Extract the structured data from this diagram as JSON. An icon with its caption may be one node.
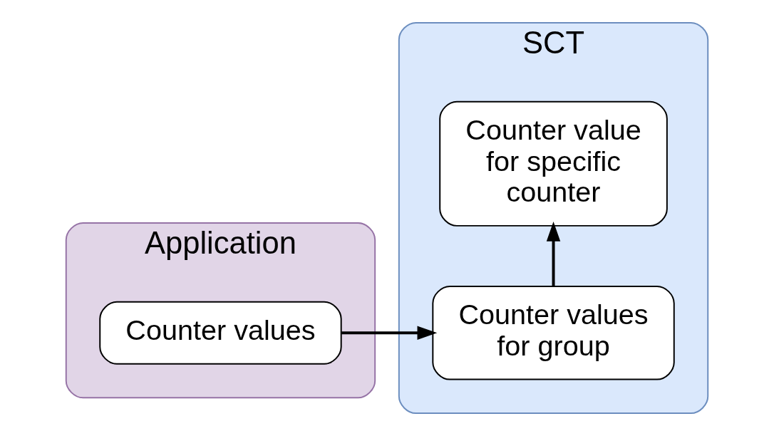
{
  "diagram": {
    "nodes": [
      {
        "text": [
          "Application"
        ]
      },
      {
        "text": [
          "Counter values"
        ],
        "in": 0
      },
      {
        "text": [
          "SCT"
        ]
      },
      {
        "text": [
          "Counter values for group"
        ],
        "in": 2
      },
      {
        "text": [
          "Counter value for specific counter"
        ],
        "in": 2
      }
    ],
    "edges": [
      {
        "from": 1,
        "to": 3,
        "arrow": "to"
      },
      {
        "from": 3,
        "to": 4,
        "arrow": "to"
      }
    ]
  }
}
